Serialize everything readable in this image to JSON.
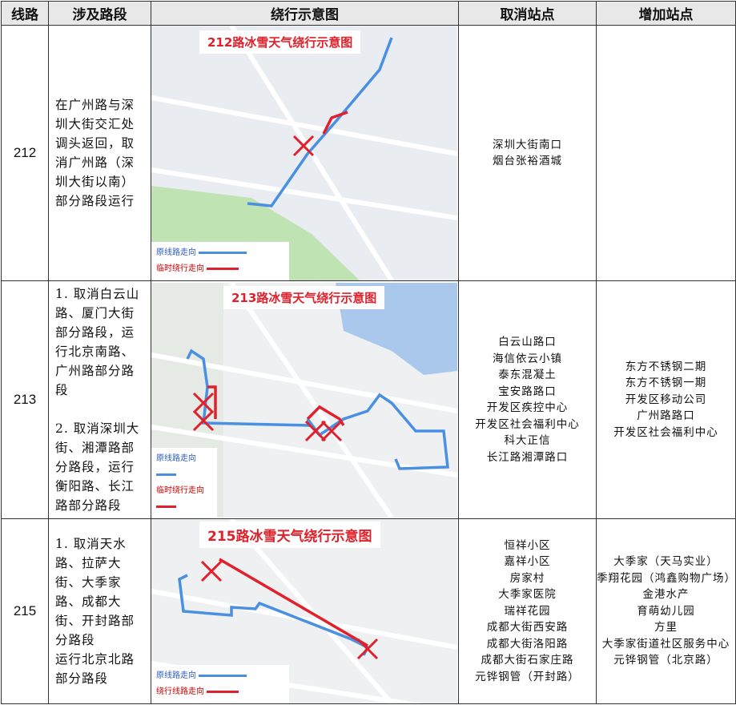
{
  "headers": [
    "线路",
    "涉及路段",
    "绕行示意图",
    "取消站点",
    "增加站点"
  ],
  "rows": [
    {
      "route": "212",
      "desc": "在广州路与深圳大街交汇处调头返回，取消广州路（深圳大街以南）部分路段运行",
      "map": {
        "title": "212路冰雪天气绕行示意图",
        "legend_original": "原线路走向",
        "legend_detour": "临时绕行走向"
      },
      "cancelled": [
        "深圳大街南口",
        "烟台张裕酒城"
      ],
      "added": []
    },
    {
      "route": "213",
      "desc": "1. 取消白云山路、厦门大街部分路段，运行北京南路、广州路部分路段\n\n2. 取消深圳大街、湘潭路部分路段，运行衡阳路、长江路部分路段",
      "map": {
        "title": "213路冰雪天气绕行示意图",
        "legend_original": "原线路走向",
        "legend_detour": "临时绕行走向"
      },
      "cancelled": [
        "白云山路口",
        "海信依云小镇",
        "泰东混凝土",
        "宝安路路口",
        "开发区疾控中心",
        "开发区社会福利中心",
        "科大正信",
        "长江路湘潭路口"
      ],
      "added": [
        "东方不锈钢二期",
        "东方不锈钢一期",
        "开发区移动公司",
        "广州路路口",
        "开发区社会福利中心"
      ]
    },
    {
      "route": "215",
      "desc": "1. 取消天水路、拉萨大街、大季家路、成都大街、开封路部分路段\n运行北京北路部分路段",
      "map": {
        "title": "215路冰雪天气绕行示意图",
        "legend_original": "原线路走向",
        "legend_detour": "绕行线路走向"
      },
      "cancelled": [
        "恒祥小区",
        "嘉祥小区",
        "房家村",
        "大季家医院",
        "瑞祥花园",
        "成都大街西安路",
        "成都大街洛阳路",
        "成都大街石家庄路",
        "元铧钢管（开封路）"
      ],
      "added": [
        "大季家（天马实业）",
        "季翔花园（鸿鑫购物广场）",
        "金港水产",
        "育萌幼儿园",
        "方里",
        "大季家街道社区服务中心",
        "元铧钢管（北京路）"
      ]
    }
  ],
  "colors": {
    "original": "#4a90e2",
    "detour": "#e0202a",
    "title": "#e0202a"
  }
}
